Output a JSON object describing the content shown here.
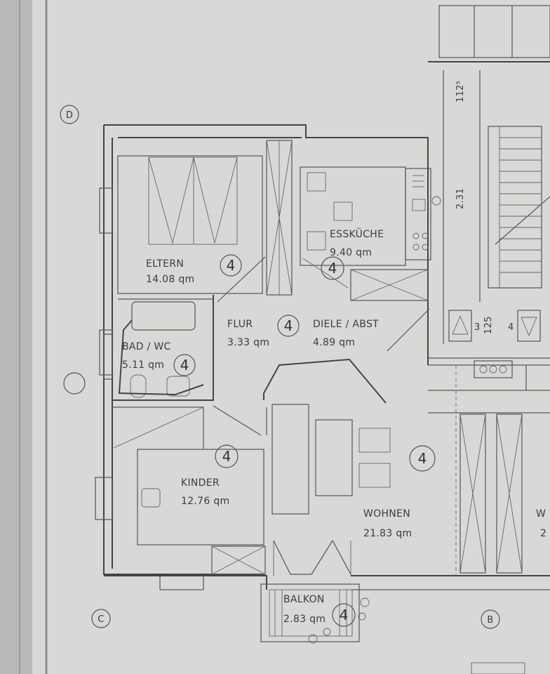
{
  "axes": {
    "d": "D",
    "c": "C",
    "b": "B"
  },
  "stair_dims": {
    "top": "112⁵",
    "mid": "2.31",
    "low": "125",
    "low_left": "3",
    "low_right": "4"
  },
  "rooms": {
    "eltern": {
      "name": "ELTERN",
      "area": "14.08 qm",
      "marker": "4"
    },
    "esskueche": {
      "name": "ESSKÜCHE",
      "area": "9.40 qm",
      "marker": "4"
    },
    "flur": {
      "name": "FLUR",
      "area": "3.33 qm",
      "marker": "4"
    },
    "diele": {
      "name": "DIELE / ABST",
      "area": "4.89 qm"
    },
    "bad": {
      "name": "BAD / WC",
      "area": "5.11 qm",
      "marker": "4"
    },
    "kinder": {
      "name": "KINDER",
      "area": "12.76 qm",
      "marker": "4"
    },
    "wohnen": {
      "name": "WOHNEN",
      "area": "21.83 qm",
      "marker": "4"
    },
    "balkon": {
      "name": "BALKON",
      "area": "2.83 qm",
      "marker": "4"
    },
    "neighbour": {
      "name": "W",
      "area": "2"
    }
  }
}
